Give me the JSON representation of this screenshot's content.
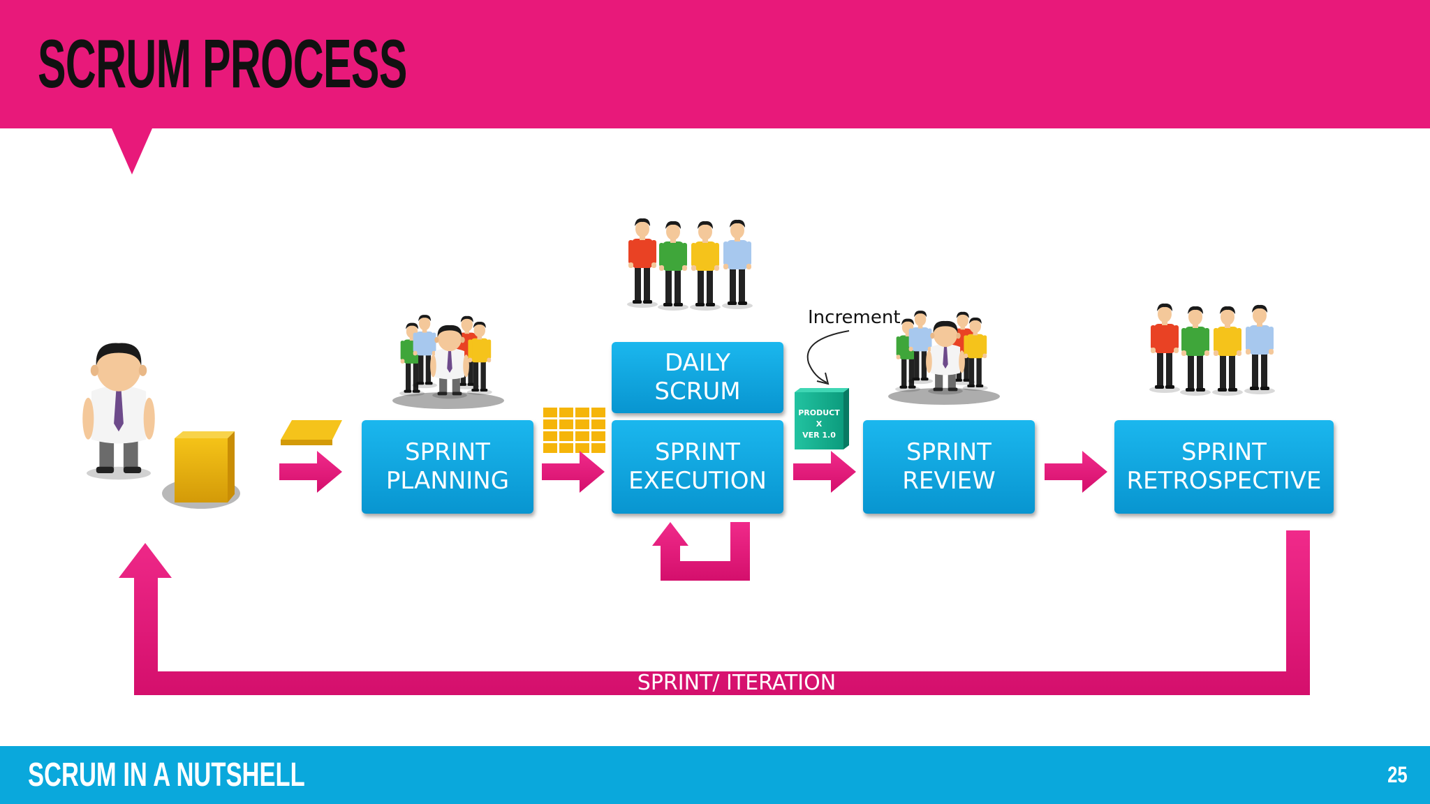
{
  "header": {
    "title": "SCRUM PROCESS"
  },
  "footer": {
    "title": "SCRUM IN A NUTSHELL",
    "page_number": "25"
  },
  "steps": [
    {
      "line1": "SPRINT",
      "line2": "PLANNING"
    },
    {
      "line1": "SPRINT",
      "line2": "EXECUTION"
    },
    {
      "line1": "SPRINT",
      "line2": "REVIEW"
    },
    {
      "line1": "SPRINT",
      "line2": "RETROSPECTIVE"
    }
  ],
  "daily_scrum": {
    "line1": "DAILY",
    "line2": "SCRUM"
  },
  "increment_label": "Increment",
  "product_box": {
    "line1": "PRODUCT X",
    "line2": "VER 1.0"
  },
  "loop_label": "SPRINT/ ITERATION",
  "icons": [
    "product-owner",
    "product-backlog-stack",
    "sprint-backlog-grid",
    "scrum-team",
    "product-increment-box"
  ],
  "colors": {
    "header": "#e8197a",
    "footer": "#0aa8dc",
    "step": "#0aa8dc",
    "arrow": "#e8197a",
    "backlog": "#f7b500"
  }
}
